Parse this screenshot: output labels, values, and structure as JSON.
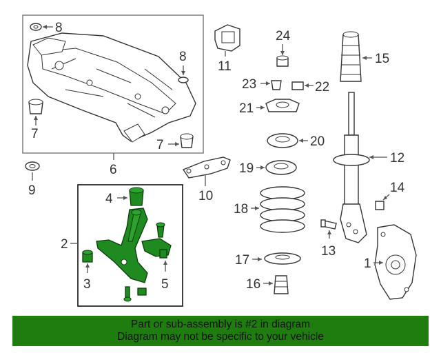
{
  "callouts": {
    "c1": "1",
    "c2": "2",
    "c3": "3",
    "c4": "4",
    "c5": "5",
    "c6": "6",
    "c7a": "7",
    "c7b": "7",
    "c8a": "8",
    "c8b": "8",
    "c9": "9",
    "c10": "10",
    "c11": "11",
    "c12": "12",
    "c13": "13",
    "c14": "14",
    "c15": "15",
    "c16": "16",
    "c17": "17",
    "c18": "18",
    "c19": "19",
    "c20": "20",
    "c21": "21",
    "c22": "22",
    "c23": "23",
    "c24": "24"
  },
  "highlighted_part": "2",
  "colors": {
    "highlight": "#1f8a1f",
    "banner": "#1e7d0e"
  },
  "banner": {
    "line1": "Part or sub-assembly is #2 in diagram",
    "line2": "Diagram may not be specific to your vehicle"
  }
}
